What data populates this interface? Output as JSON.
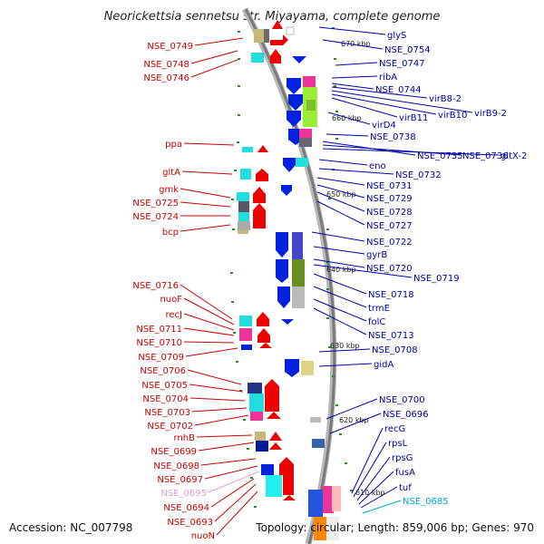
{
  "title": "Neorickettsia sennetsu str. Miyayama, complete genome",
  "accession": "Accession: NC_007798",
  "topology": "Topology: circular; Length: 859,006 bp; Genes: 970",
  "colors": {
    "red_label": "#cc0000",
    "blue_label": "#0000aa",
    "pink_label": "#e59ad9",
    "cyan_label": "#00a8c8",
    "backbone": "#888888",
    "tick": "#2a8a2a",
    "red_gene": "#ee0000",
    "blue_gene": "#0022dd"
  },
  "kbp_ticks": [
    "670 kbp",
    "660 kbp",
    "650 kbp",
    "640 kbp",
    "630 kbp",
    "620 kbp",
    "610 kbp"
  ],
  "left_labels": [
    "NSE_0749",
    "NSE_0748",
    "NSE_0746",
    "ppa",
    "gltA",
    "gmk",
    "NSE_0725",
    "NSE_0724",
    "bcp",
    "NSE_0716",
    "nuoF",
    "recJ",
    "NSE_0711",
    "NSE_0710",
    "NSE_0709",
    "NSE_0706",
    "NSE_0705",
    "NSE_0704",
    "NSE_0703",
    "NSE_0702",
    "rnhB",
    "NSE_0699",
    "NSE_0698",
    "NSE_0697",
    "NSE_0695",
    "NSE_0694",
    "NSE_0693",
    "nuoN"
  ],
  "right_labels": [
    "glyS",
    "NSE_0754",
    "NSE_0747",
    "ribA",
    "NSE_0744",
    "virB8-2",
    "virB9-2",
    "virB10",
    "virB11",
    "virD4",
    "NSE_0738",
    "NSE_0735",
    "NSE_0736",
    "gltX-2",
    "eno",
    "NSE_0732",
    "NSE_0731",
    "NSE_0729",
    "NSE_0728",
    "NSE_0727",
    "NSE_0722",
    "gyrB",
    "NSE_0720",
    "NSE_0719",
    "NSE_0718",
    "trmE",
    "folC",
    "NSE_0713",
    "NSE_0708",
    "gidA",
    "NSE_0700",
    "NSE_0696",
    "recG",
    "rpsL",
    "rpsG",
    "fusA",
    "tuf",
    "NSE_0685"
  ]
}
